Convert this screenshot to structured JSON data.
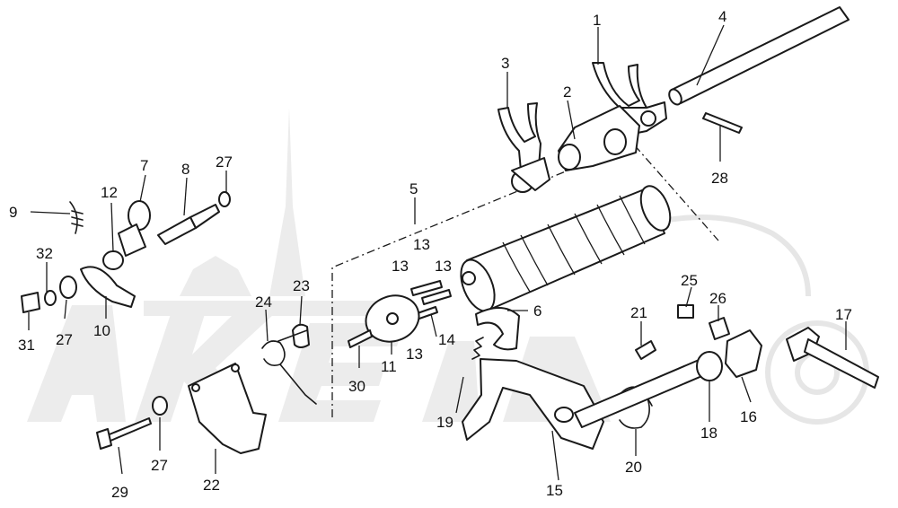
{
  "diagram": {
    "background_color": "#ffffff",
    "line_color": "#1a1a1a",
    "watermark_color": "#ececec",
    "parts": [
      {
        "id": "p1",
        "label": "1"
      },
      {
        "id": "p2",
        "label": "2"
      },
      {
        "id": "p3",
        "label": "3"
      },
      {
        "id": "p4",
        "label": "4"
      },
      {
        "id": "p5",
        "label": "5"
      },
      {
        "id": "p6",
        "label": "6"
      },
      {
        "id": "p7",
        "label": "7"
      },
      {
        "id": "p8",
        "label": "8"
      },
      {
        "id": "p9",
        "label": "9"
      },
      {
        "id": "p10",
        "label": "10"
      },
      {
        "id": "p11",
        "label": "11"
      },
      {
        "id": "p12",
        "label": "12"
      },
      {
        "id": "p13a",
        "label": "13"
      },
      {
        "id": "p13b",
        "label": "13"
      },
      {
        "id": "p13c",
        "label": "13"
      },
      {
        "id": "p13d",
        "label": "13"
      },
      {
        "id": "p14",
        "label": "14"
      },
      {
        "id": "p15",
        "label": "15"
      },
      {
        "id": "p16",
        "label": "16"
      },
      {
        "id": "p17",
        "label": "17"
      },
      {
        "id": "p18",
        "label": "18"
      },
      {
        "id": "p19",
        "label": "19"
      },
      {
        "id": "p20",
        "label": "20"
      },
      {
        "id": "p21",
        "label": "21"
      },
      {
        "id": "p22",
        "label": "22"
      },
      {
        "id": "p23",
        "label": "23"
      },
      {
        "id": "p24",
        "label": "24"
      },
      {
        "id": "p25",
        "label": "25"
      },
      {
        "id": "p26",
        "label": "26"
      },
      {
        "id": "p27a",
        "label": "27"
      },
      {
        "id": "p27b",
        "label": "27"
      },
      {
        "id": "p27c",
        "label": "27"
      },
      {
        "id": "p28",
        "label": "28"
      },
      {
        "id": "p29",
        "label": "29"
      },
      {
        "id": "p30",
        "label": "30"
      },
      {
        "id": "p31",
        "label": "31"
      },
      {
        "id": "p32",
        "label": "32"
      }
    ]
  }
}
